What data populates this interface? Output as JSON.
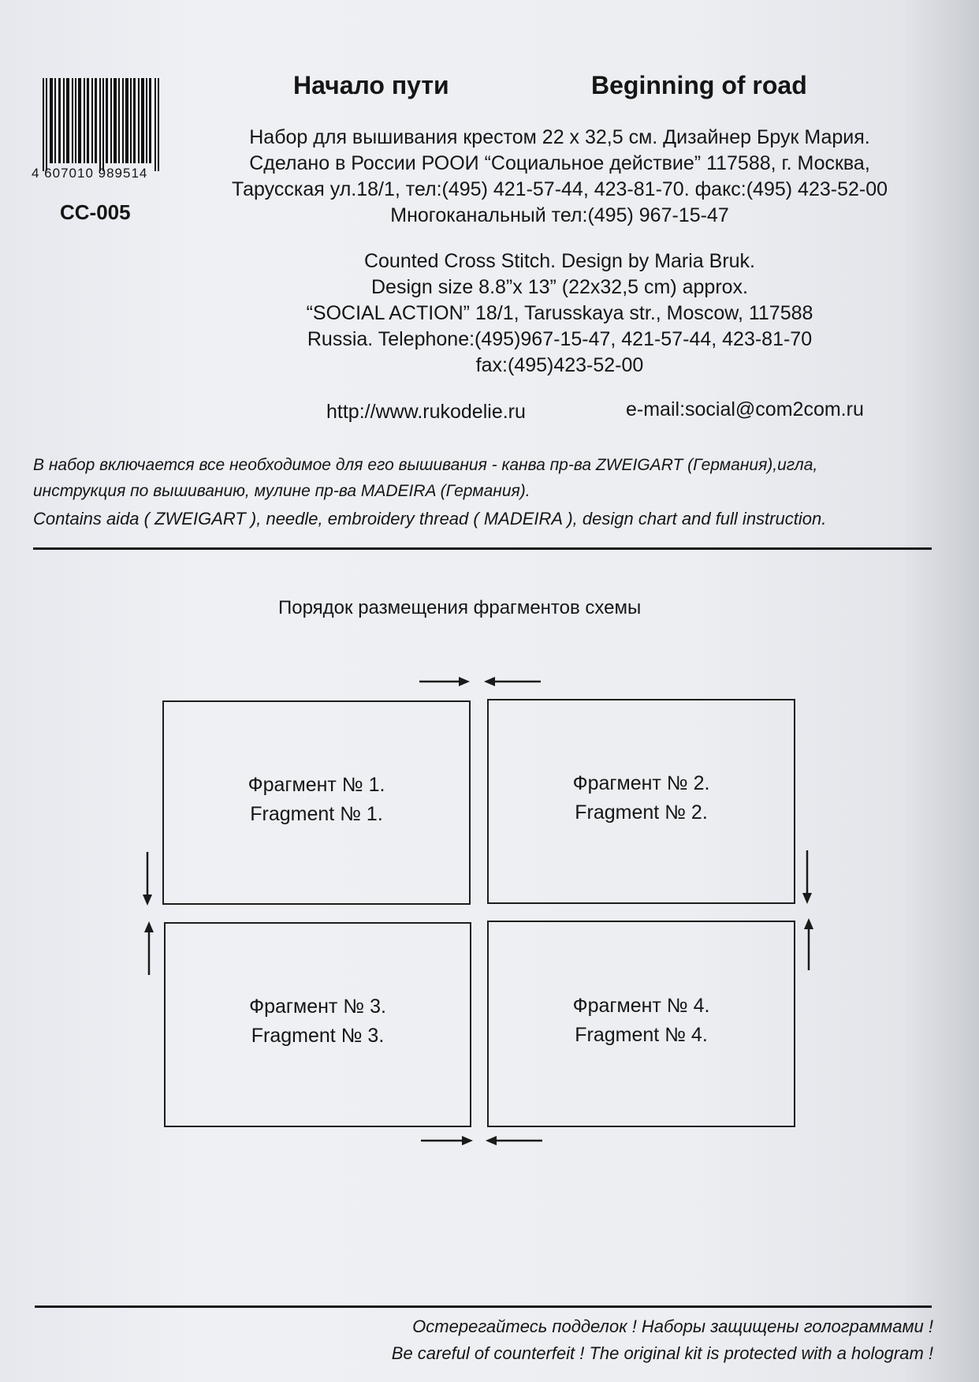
{
  "barcode": {
    "digits": "4 607010 989514",
    "article_code": "CC-005"
  },
  "title": {
    "ru": "Начало пути",
    "en": "Beginning of road"
  },
  "info_ru": [
    "Набор для вышивания крестом 22 х 32,5 см. Дизайнер Брук Мария.",
    "Сделано в России РООИ “Социальное действие” 117588, г. Москва,",
    "Тарусская ул.18/1, тел:(495) 421-57-44, 423-81-70. факс:(495) 423-52-00",
    "Многоканальный тел:(495) 967-15-47"
  ],
  "info_en": [
    "Counted Cross Stitch. Design by Maria Bruk.",
    "Design size 8.8”x 13” (22x32,5 cm) approx.",
    "“SOCIAL  ACTION” 18/1, Tarusskaya str., Moscow, 117588",
    "Russia. Telephone:(495)967-15-47, 421-57-44, 423-81-70",
    "fax:(495)423-52-00"
  ],
  "contacts": {
    "website": "http://www.rukodelie.ru",
    "email": "e-mail:social@com2com.ru"
  },
  "contents_ru": [
    "В набор включается все необходимое для его вышивания - канва пр-ва ZWEIGART (Германия),игла,",
    "инструкция по вышиванию, мулине пр-ва MADEIRA (Германия)."
  ],
  "contents_en": "Contains aida ( ZWEIGART ), needle, embroidery thread ( MADEIRA ), design chart and full instruction.",
  "scheme": {
    "title": "Порядок размещения фрагментов схемы",
    "fragments": [
      {
        "ru": "Фрагмент № 1.",
        "en": "Fragment № 1."
      },
      {
        "ru": "Фрагмент № 2.",
        "en": "Fragment № 2."
      },
      {
        "ru": "Фрагмент № 3.",
        "en": "Fragment № 3."
      },
      {
        "ru": "Фрагмент № 4.",
        "en": "Fragment № 4."
      }
    ]
  },
  "warning": {
    "ru": "Остерегайтесь подделок ! Наборы защищены голограммами !",
    "en": "Be careful of counterfeit ! The original kit is protected with a hologram !"
  }
}
